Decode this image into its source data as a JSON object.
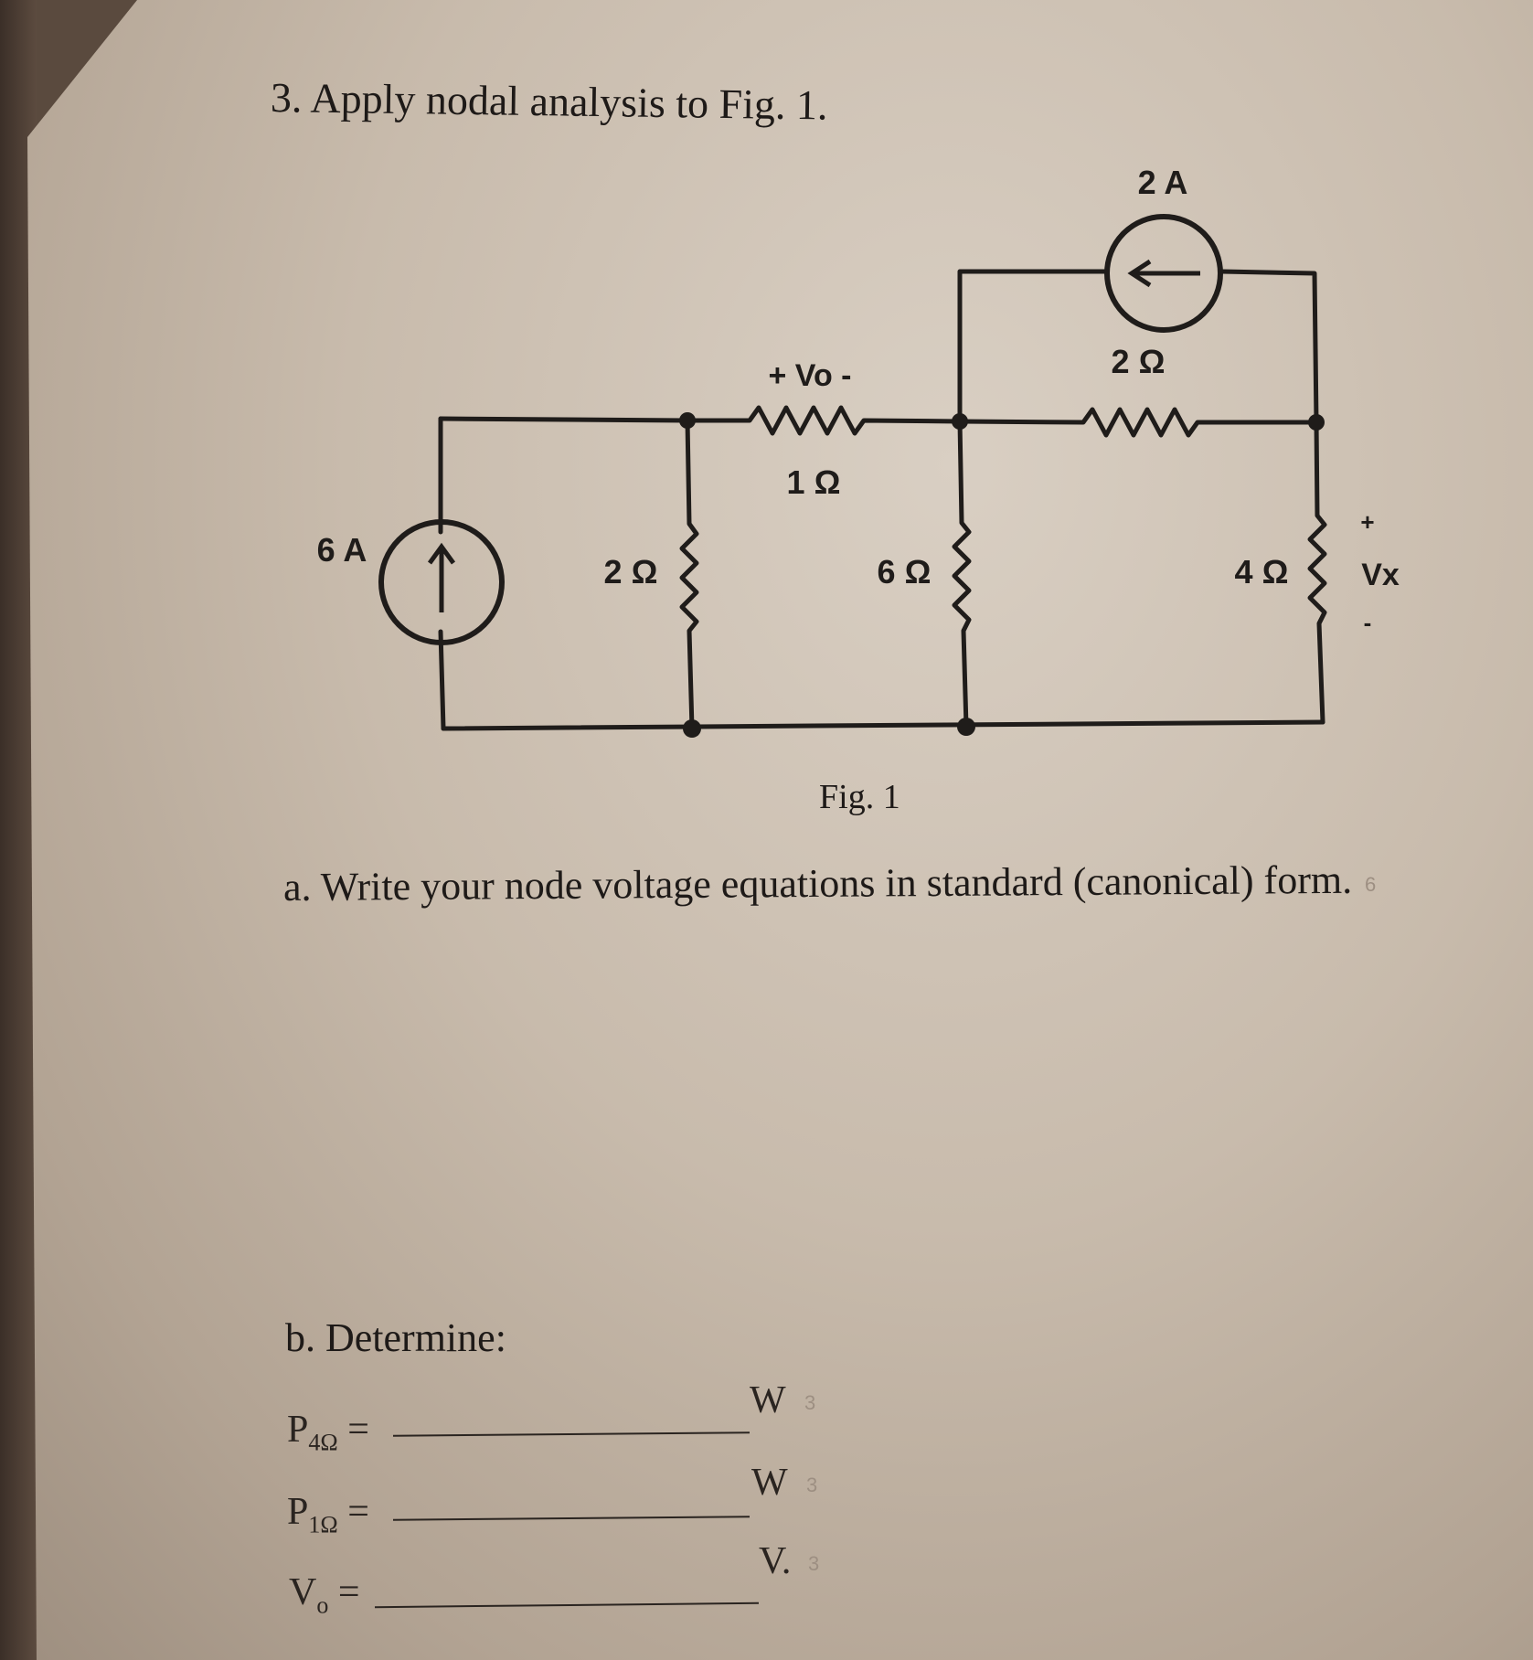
{
  "problem": {
    "title": "3. Apply nodal analysis to Fig. 1.",
    "figure_caption": "Fig. 1",
    "part_a": "a. Write your node voltage equations in standard (canonical) form.",
    "part_a_points": "6",
    "part_b": "b. Determine:"
  },
  "circuit": {
    "source_left": "6 A",
    "source_top": "2 A",
    "r_shunt_left": "2 Ω",
    "r_series": "1 Ω",
    "vo_label": "+ Vo -",
    "r_middle": "6 Ω",
    "r_top": "2 Ω",
    "r_right": "4 Ω",
    "vx_plus": "+",
    "vx_label": "Vx",
    "vx_minus": "-"
  },
  "answers": [
    {
      "label": "P",
      "sub": "4Ω",
      "eq": "=",
      "unit": "W",
      "points": "3"
    },
    {
      "label": "P",
      "sub": "1Ω",
      "eq": "=",
      "unit": "W",
      "points": "3"
    },
    {
      "label": "V",
      "sub": "o",
      "eq": "=",
      "unit": "V.",
      "points": "3"
    }
  ]
}
